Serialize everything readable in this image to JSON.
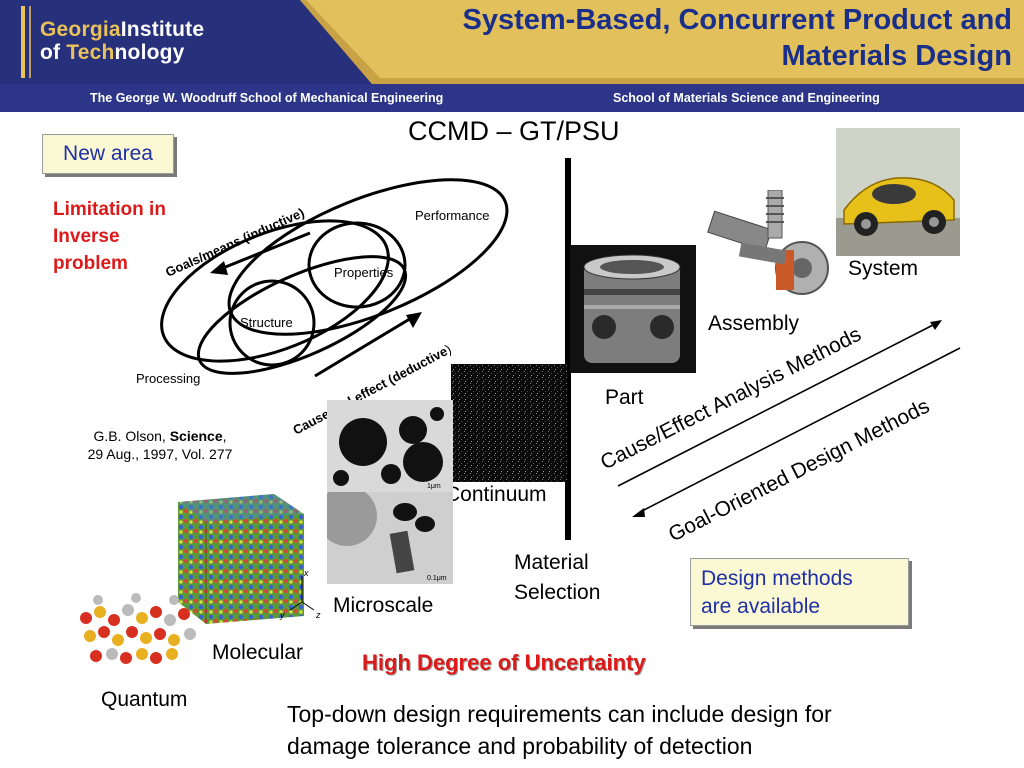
{
  "header": {
    "logo_line1_a": "Georgia",
    "logo_line1_b": "Institute",
    "logo_line2_a": "of ",
    "logo_line2_b": "Tech",
    "logo_line2_c": "nology",
    "title_line1": "System-Based, Concurrent Product and",
    "title_line2": "Materials Design",
    "school_left": "The George W. Woodruff School of Mechanical Engineering",
    "school_right": "School of Materials Science and Engineering"
  },
  "ccmd_title": "CCMD – GT/PSU",
  "new_area_label": "New area",
  "limitation": [
    "Limitation in",
    "Inverse",
    "problem"
  ],
  "diagram": {
    "performance": "Performance",
    "properties": "Properties",
    "structure": "Structure",
    "processing": "Processing",
    "goals_means": "Goals/means (inductive)",
    "cause_effect": "Cause and effect (deductive",
    "cause_effect_paren": ")"
  },
  "citation": {
    "prefix": "G.B. Olson, ",
    "journal": "Science",
    "suffix": ",",
    "line2": "29 Aug., 1997, Vol. 277"
  },
  "scale_labels": {
    "system": "System",
    "assembly": "Assembly",
    "part": "Part",
    "continuum": "Continuum",
    "microscale": "Microscale",
    "molecular": "Molecular",
    "quantum": "Quantum",
    "material_selection_1": "Material",
    "material_selection_2": "Selection"
  },
  "image_marks": {
    "scale_bar_1": "1μm",
    "scale_bar_2": "0.1μm",
    "axis_x": "x",
    "axis_y": "y",
    "axis_z": "z"
  },
  "methods": {
    "cause_effect": "Cause/Effect Analysis Methods",
    "goal_oriented": "Goal-Oriented Design Methods"
  },
  "design_box": [
    "Design methods",
    "are available"
  ],
  "uncertainty": "High Degree of Uncertainty",
  "bottom_text": [
    "Top-down design requirements can include design for",
    "damage tolerance and probability of detection"
  ],
  "colors": {
    "header_navy": "#27307a",
    "header_gold": "#e2c05c",
    "title_blue": "#1a2f8a",
    "accent_red": "#dd1a1a",
    "box_fill": "#fbf9d3"
  }
}
